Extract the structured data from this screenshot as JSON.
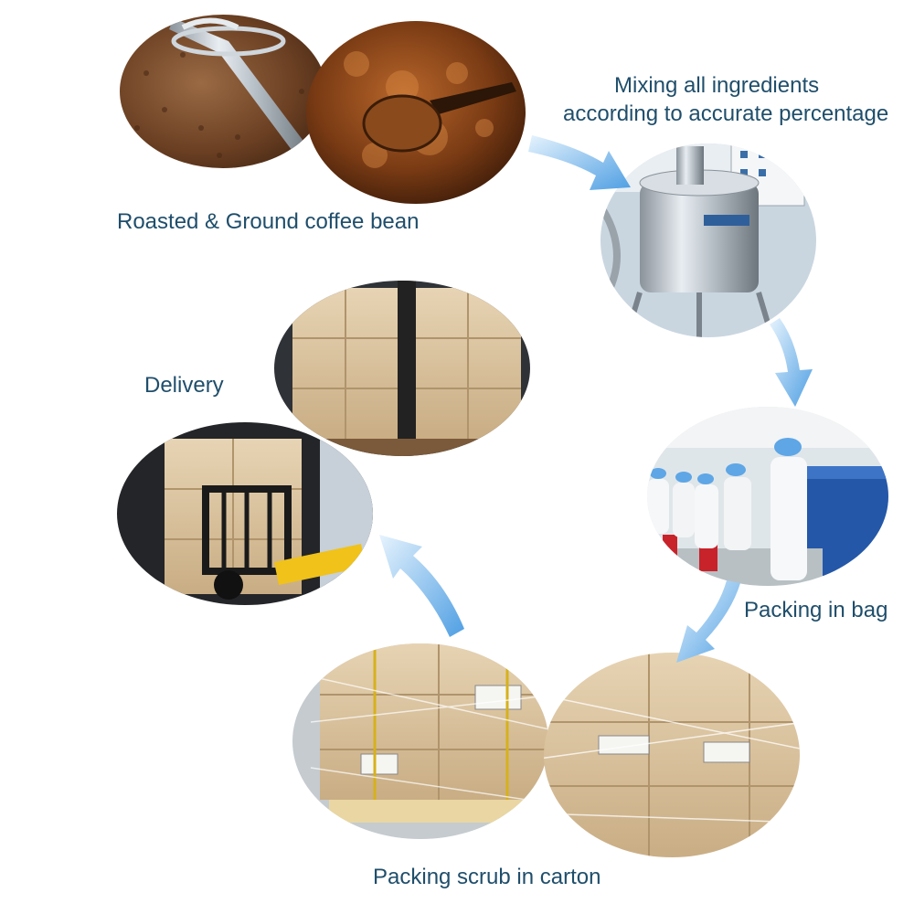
{
  "steps": {
    "roast": {
      "label": "Roasted & Ground coffee bean"
    },
    "mix": {
      "label_line1": "Mixing all ingredients",
      "label_line2": "according to accurate percentage"
    },
    "bag": {
      "label": "Packing in bag"
    },
    "carton": {
      "label": "Packing scrub in carton"
    },
    "delivery": {
      "label": "Delivery"
    }
  },
  "colors": {
    "label_text": "#1f4e6b",
    "arrow_light": "#cfe8fb",
    "arrow_dark": "#5aa6e6"
  }
}
